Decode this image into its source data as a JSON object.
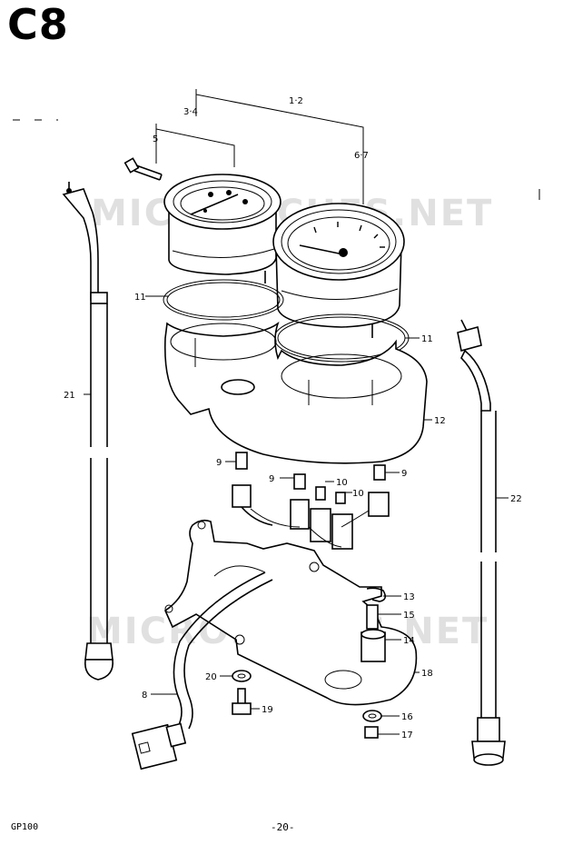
{
  "page": {
    "title": "C8",
    "footer_model": "GP100",
    "footer_page": "-20-",
    "watermark_top": "MICROFICHES.NET",
    "watermark_bottom": "MICROFICHES.NET"
  },
  "callouts": {
    "c_1_2": "1·2",
    "c_3_4": "3·4",
    "c_5": "5",
    "c_6_7": "6·7",
    "c_11_left": "11",
    "c_11_right": "11",
    "c_12": "12",
    "c_21": "21",
    "c_22": "22",
    "c_9_a": "9",
    "c_9_b": "9",
    "c_9_c": "9",
    "c_10_a": "10",
    "c_10_b": "10",
    "c_13": "13",
    "c_15": "15",
    "c_14": "14",
    "c_18": "18",
    "c_20": "20",
    "c_8": "8",
    "c_19": "19",
    "c_16": "16",
    "c_17": "17"
  }
}
